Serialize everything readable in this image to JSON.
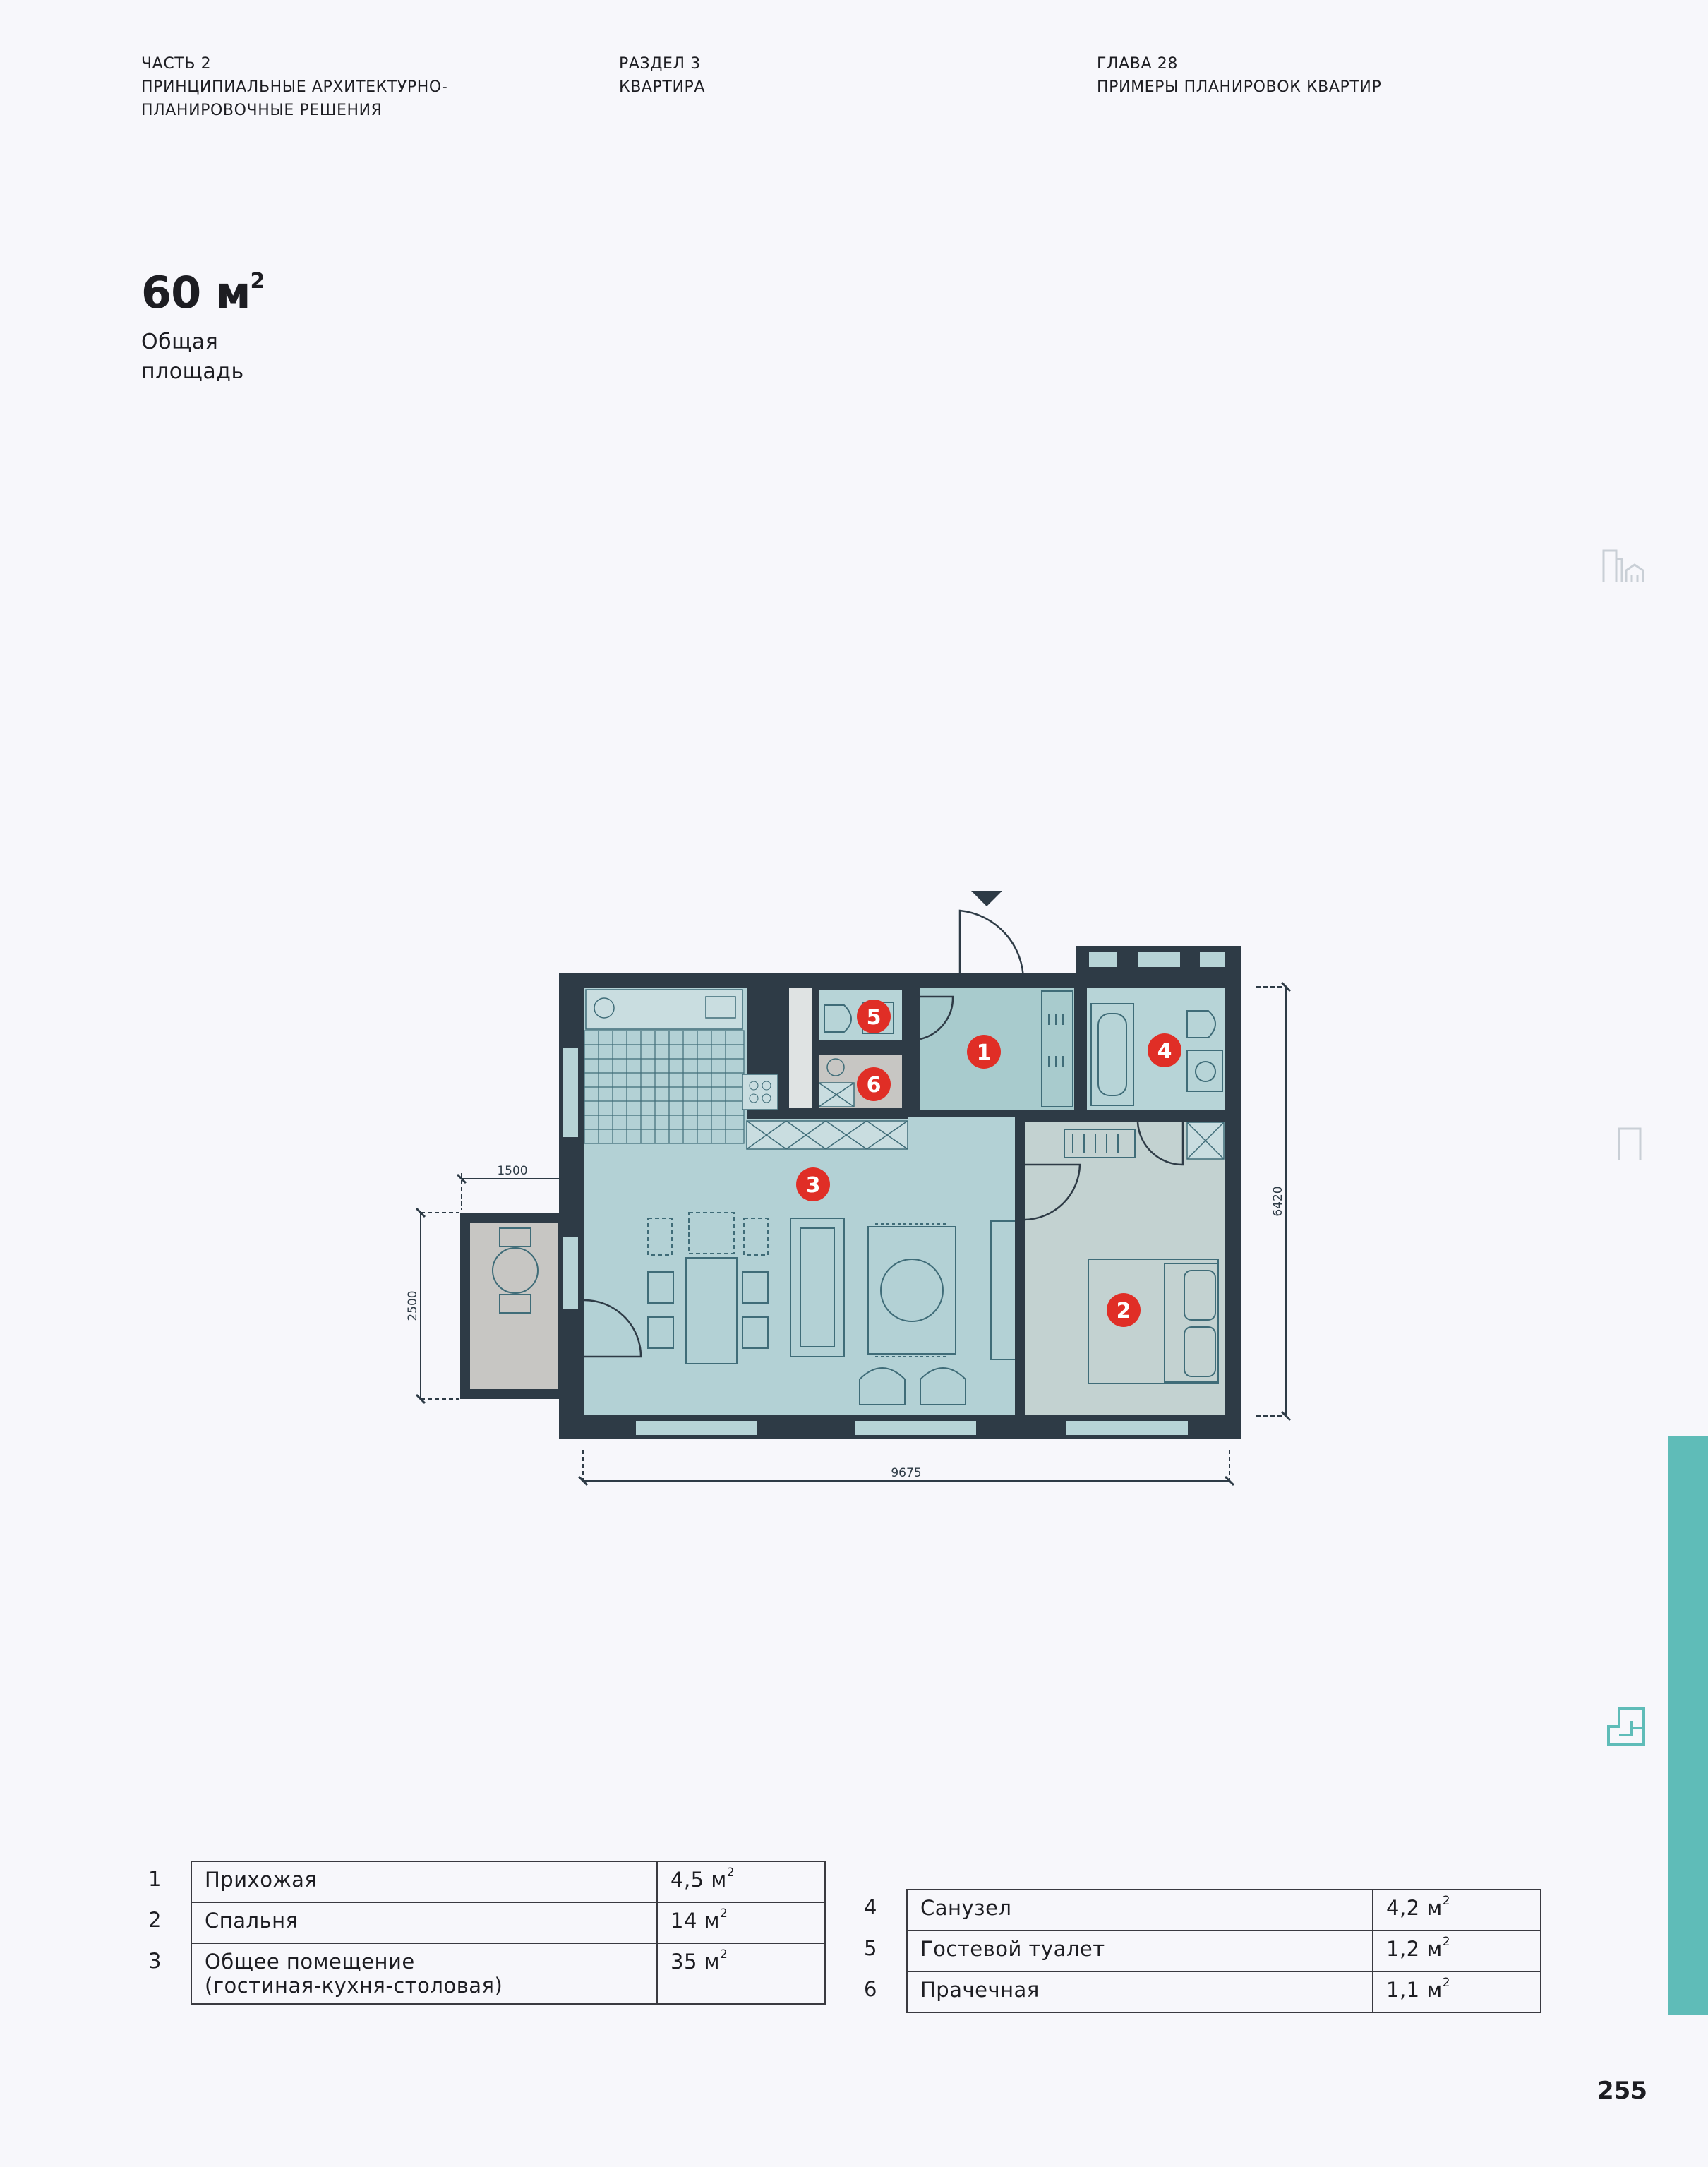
{
  "header": {
    "part": [
      "ЧАСТЬ 2",
      "ПРИНЦИПИАЛЬНЫЕ АРХИТЕКТУРНО-",
      "ПЛАНИРОВОЧНЫЕ РЕШЕНИЯ"
    ],
    "section": [
      "РАЗДЕЛ 3",
      "КВАРТИРА"
    ],
    "chapter": [
      "ГЛАВА 28",
      "ПРИМЕРЫ ПЛАНИРОВОК КВАРТИР"
    ]
  },
  "summary": {
    "area_value": "60 м",
    "area_sup": "2",
    "caption": [
      "Общая",
      "площадь"
    ]
  },
  "plan": {
    "dim_width": "9675",
    "dim_height": "6420",
    "dim_balcony_w": "1500",
    "dim_balcony_h": "2500",
    "markers": [
      "1",
      "2",
      "3",
      "4",
      "5",
      "6"
    ]
  },
  "legend_left": [
    {
      "num": "1",
      "name": "Прихожая",
      "name2": "",
      "area": "4,5 м",
      "sup": "2"
    },
    {
      "num": "2",
      "name": "Спальня",
      "name2": "",
      "area": "14 м",
      "sup": "2"
    },
    {
      "num": "3",
      "name": "Общее помещение",
      "name2": "(гостиная-кухня-столовая)",
      "area": "35 м",
      "sup": "2"
    }
  ],
  "legend_right": [
    {
      "num": "4",
      "name": "Санузел",
      "area": "4,2 м",
      "sup": "2"
    },
    {
      "num": "5",
      "name": "Гостевой туалет",
      "area": "1,2 м",
      "sup": "2"
    },
    {
      "num": "6",
      "name": "Прачечная",
      "area": "1,1 м",
      "sup": "2"
    }
  ],
  "colors": {
    "wall": "#2e3b46",
    "common": "#b3d1d5",
    "hall": "#a8cbcd",
    "bedroom": "#c3d2d1",
    "bath": "#b7d4d7",
    "marker": "#e02e26",
    "accent": "#5fbcb8"
  },
  "page_number": "255"
}
